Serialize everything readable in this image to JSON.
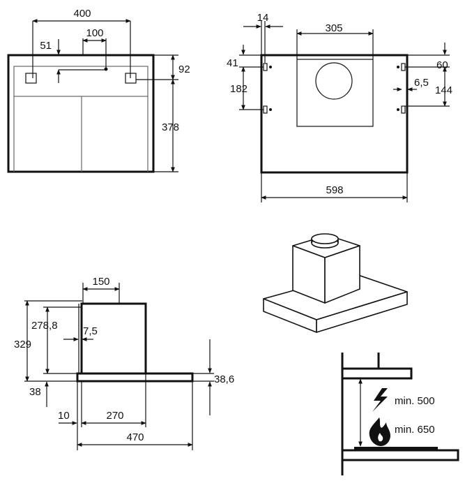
{
  "front_view": {
    "width": "400",
    "centre_spacing": "100",
    "top_offset": "51",
    "bracket_height": "92",
    "total_height": "378"
  },
  "top_view": {
    "bracket_offset": "14",
    "duct_width": "305",
    "left_top": "41",
    "left_spacing": "182",
    "right_top": "60",
    "right_offset": "6,5",
    "right_spacing": "144",
    "total_width": "598"
  },
  "side_view": {
    "duct_width": "150",
    "total_height": "329",
    "chimney_height": "278,8",
    "wall_gap": "7,5",
    "canopy_thickness": "38,6",
    "bottom_offset": "38",
    "wall_offset": "10",
    "chimney_depth": "270",
    "total_depth": "470"
  },
  "clearances": {
    "electric_label": "min. 500",
    "gas_label": "min. 650"
  },
  "icons": {
    "electric": "lightning-icon",
    "gas": "flame-icon"
  }
}
